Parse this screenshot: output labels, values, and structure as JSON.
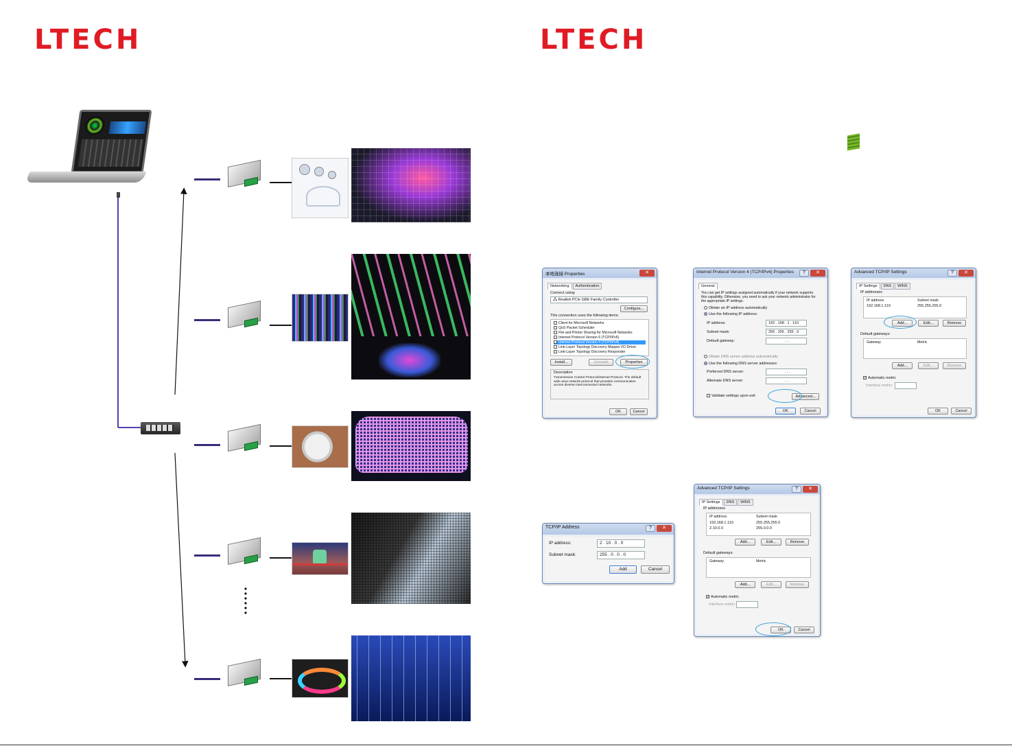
{
  "brand": {
    "left_logo": "LTECH",
    "right_logo": "LTECH",
    "color": "#e01b24"
  },
  "dialog1": {
    "title": "本地连接 Properties",
    "tabs": [
      "Networking",
      "Authentication"
    ],
    "connect_using": "Connect using:",
    "adapter": "Realtek PCIe GBE Family Controller",
    "configure": "Configure...",
    "items_label": "This connection uses the following items:",
    "items": [
      "Client for Microsoft Networks",
      "QoS Packet Scheduler",
      "File and Printer Sharing for Microsoft Networks",
      "Internet Protocol Version 6 (TCP/IPv6)",
      "Internet Protocol Version 4 (TCP/IPv4)",
      "Link-Layer Topology Discovery Mapper I/O Driver",
      "Link-Layer Topology Discovery Responder"
    ],
    "install": "Install...",
    "uninstall": "Uninstall",
    "properties": "Properties",
    "description_label": "Description",
    "description": "Transmission Control Protocol/Internet Protocol. The default wide area network protocol that provides communication across diverse interconnected networks.",
    "ok": "OK",
    "cancel": "Cancel"
  },
  "dialog2": {
    "title": "Internet Protocol Version 4 (TCP/IPv4) Properties",
    "tab": "General",
    "intro": "You can get IP settings assigned automatically if your network supports this capability. Otherwise, you need to ask your network administrator for the appropriate IP settings.",
    "obtain_auto": "Obtain an IP address automatically",
    "use_following": "Use the following IP address:",
    "ip_label": "IP address:",
    "ip_value": "192 . 168 . 1 . 110",
    "mask_label": "Subnet mask:",
    "mask_value": "255 . 255 . 255 . 0",
    "gateway_label": "Default gateway:",
    "gateway_value": ". . .",
    "dns_auto": "Obtain DNS server address automatically",
    "dns_following": "Use the following DNS server addresses:",
    "pref_dns": "Preferred DNS server:",
    "alt_dns": "Alternate DNS server:",
    "dns_value": ". . .",
    "validate": "Validate settings upon exit",
    "advanced": "Advanced...",
    "ok": "OK",
    "cancel": "Cancel"
  },
  "dialog3": {
    "title": "Advanced TCP/IP Settings",
    "tabs": [
      "IP Settings",
      "DNS",
      "WINS"
    ],
    "ip_addresses": "IP addresses",
    "col_ip": "IP address",
    "col_mask": "Subnet mask",
    "rows": [
      {
        "ip": "192.168.1.110",
        "mask": "255.255.255.0"
      }
    ],
    "add": "Add...",
    "edit": "Edit...",
    "remove": "Remove",
    "gateways": "Default gateways:",
    "col_gateway": "Gateway",
    "col_metric": "Metric",
    "auto_metric": "Automatic metric",
    "interface_metric": "Interface metric:",
    "ok": "OK",
    "cancel": "Cancel"
  },
  "dialog4": {
    "title": "TCP/IP Address",
    "ip_label": "IP address:",
    "ip_value": "2 . 10 . 0 . 0",
    "mask_label": "Subnet mask:",
    "mask_value": "255 . 0 . 0 . 0",
    "add": "Add",
    "cancel": "Cancel"
  },
  "dialog5": {
    "title": "Advanced TCP/IP Settings",
    "tabs": [
      "IP Settings",
      "DNS",
      "WINS"
    ],
    "ip_addresses": "IP addresses",
    "col_ip": "IP address",
    "col_mask": "Subnet mask",
    "rows": [
      {
        "ip": "192.168.1.110",
        "mask": "255.255.255.0"
      },
      {
        "ip": "2.10.0.0",
        "mask": "255.0.0.0"
      }
    ],
    "add": "Add...",
    "edit": "Edit...",
    "remove": "Remove",
    "gateways": "Default gateways:",
    "col_gateway": "Gateway",
    "col_metric": "Metric",
    "auto_metric": "Automatic metric",
    "interface_metric": "Interface metric:",
    "ok": "OK",
    "cancel": "Cancel"
  }
}
